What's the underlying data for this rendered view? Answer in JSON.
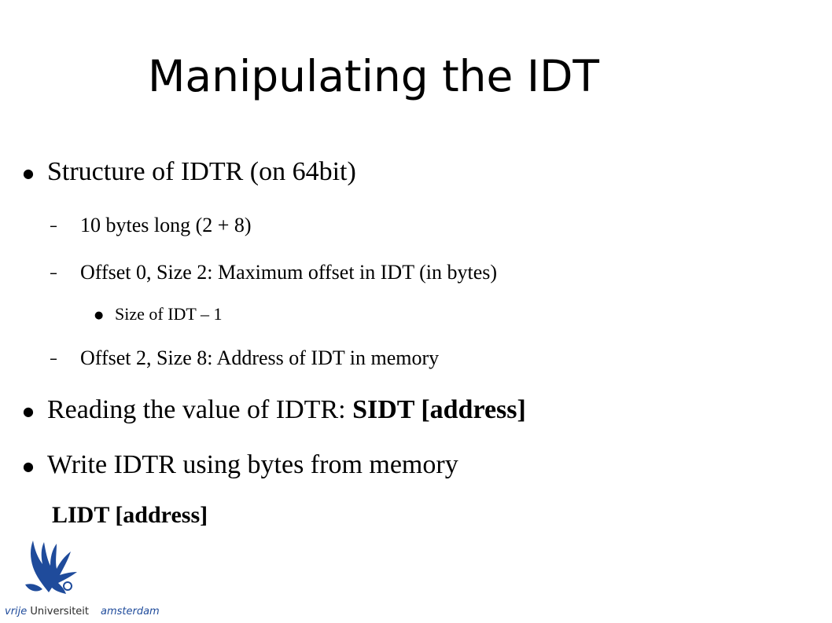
{
  "slide": {
    "title": "Manipulating the IDT",
    "lines": [
      {
        "text": "Structure of IDTR (on 64bit)"
      },
      {
        "text": "10 bytes long (2 + 8)"
      },
      {
        "text": "Offset 0, Size 2: Maximum offset in IDT (in bytes)"
      },
      {
        "text": "Size of IDT – 1"
      },
      {
        "text": "Offset 2, Size 8: Address of IDT in memory"
      },
      {
        "text": "Reading the value of IDTR: ",
        "bold": "SIDT [address]"
      },
      {
        "text": "Write IDTR using bytes from memory"
      },
      {
        "text": "LIDT [address]"
      }
    ],
    "bullets": {
      "dot": "●",
      "dash": "–"
    }
  },
  "logo": {
    "icon": "griffin-logo-icon",
    "text_part1": "vrije",
    "text_part2": "Universiteit",
    "text_part3": "amsterdam",
    "color": "#1f4b9b"
  }
}
